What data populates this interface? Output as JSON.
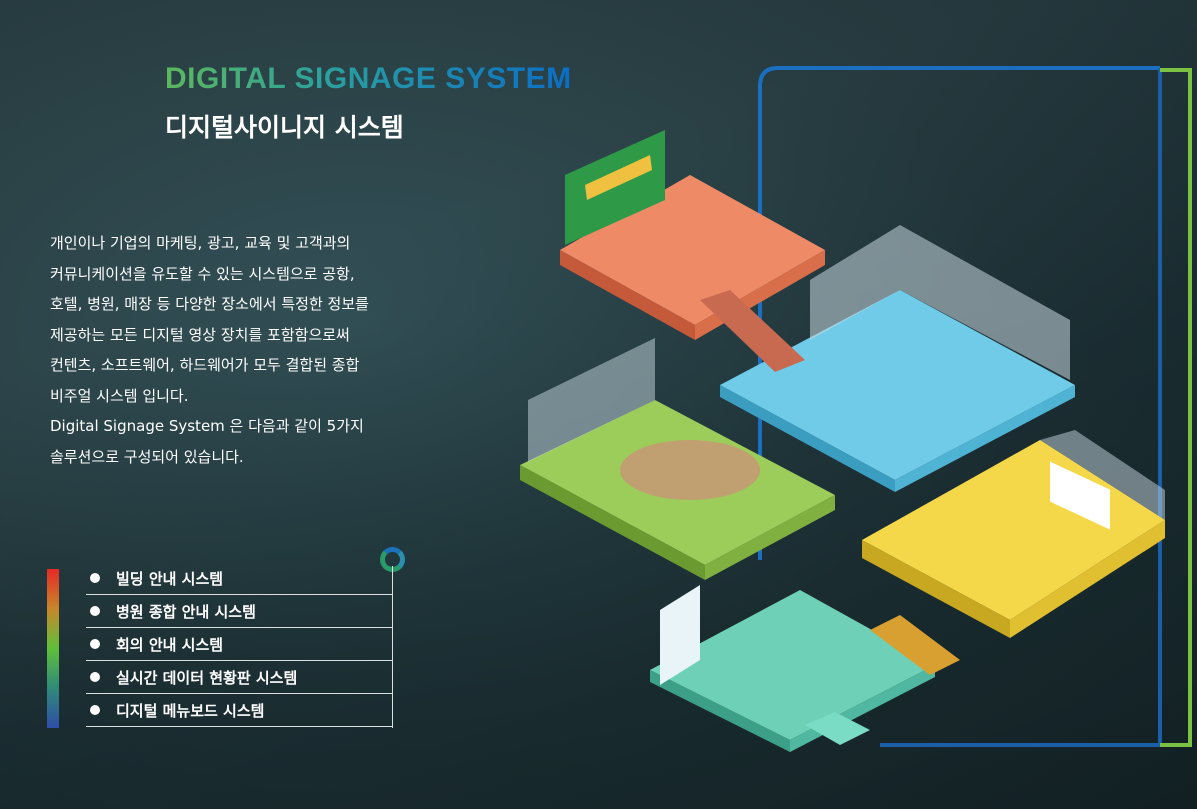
{
  "header": {
    "title_en": "DIGITAL SIGNAGE SYSTEM",
    "title_ko": "디지털사이니지 시스템"
  },
  "description": [
    "개인이나 기업의 마케팅, 광고, 교육 및 고객과의",
    "커뮤니케이션을 유도할 수 있는 시스템으로 공항,",
    "호텔, 병원, 매장 등 다양한 장소에서 특정한 정보를",
    "제공하는 모든 디지털 영상 장치를 포함함으로써",
    "컨텐츠, 소프트웨어, 하드웨어가 모두 결합된 종합",
    "비주얼 시스템 입니다.",
    "Digital Signage System 은 다음과 같이 5가지",
    "솔루션으로 구성되어 있습니다."
  ],
  "solutions": [
    "빌딩 안내 시스템",
    "병원 종합 안내 시스템",
    "회의 안내 시스템",
    "실시간 데이터 현황판 시스템",
    "디지털 메뉴보드 시스템"
  ],
  "colors": {
    "frame_blue": "#1a6fc0",
    "frame_green": "#7cc242",
    "orange": "#ef8a66",
    "blue": "#6fcbe8",
    "green": "#9ccc5a",
    "yellow": "#f5d84a",
    "teal": "#6fd0b8"
  }
}
